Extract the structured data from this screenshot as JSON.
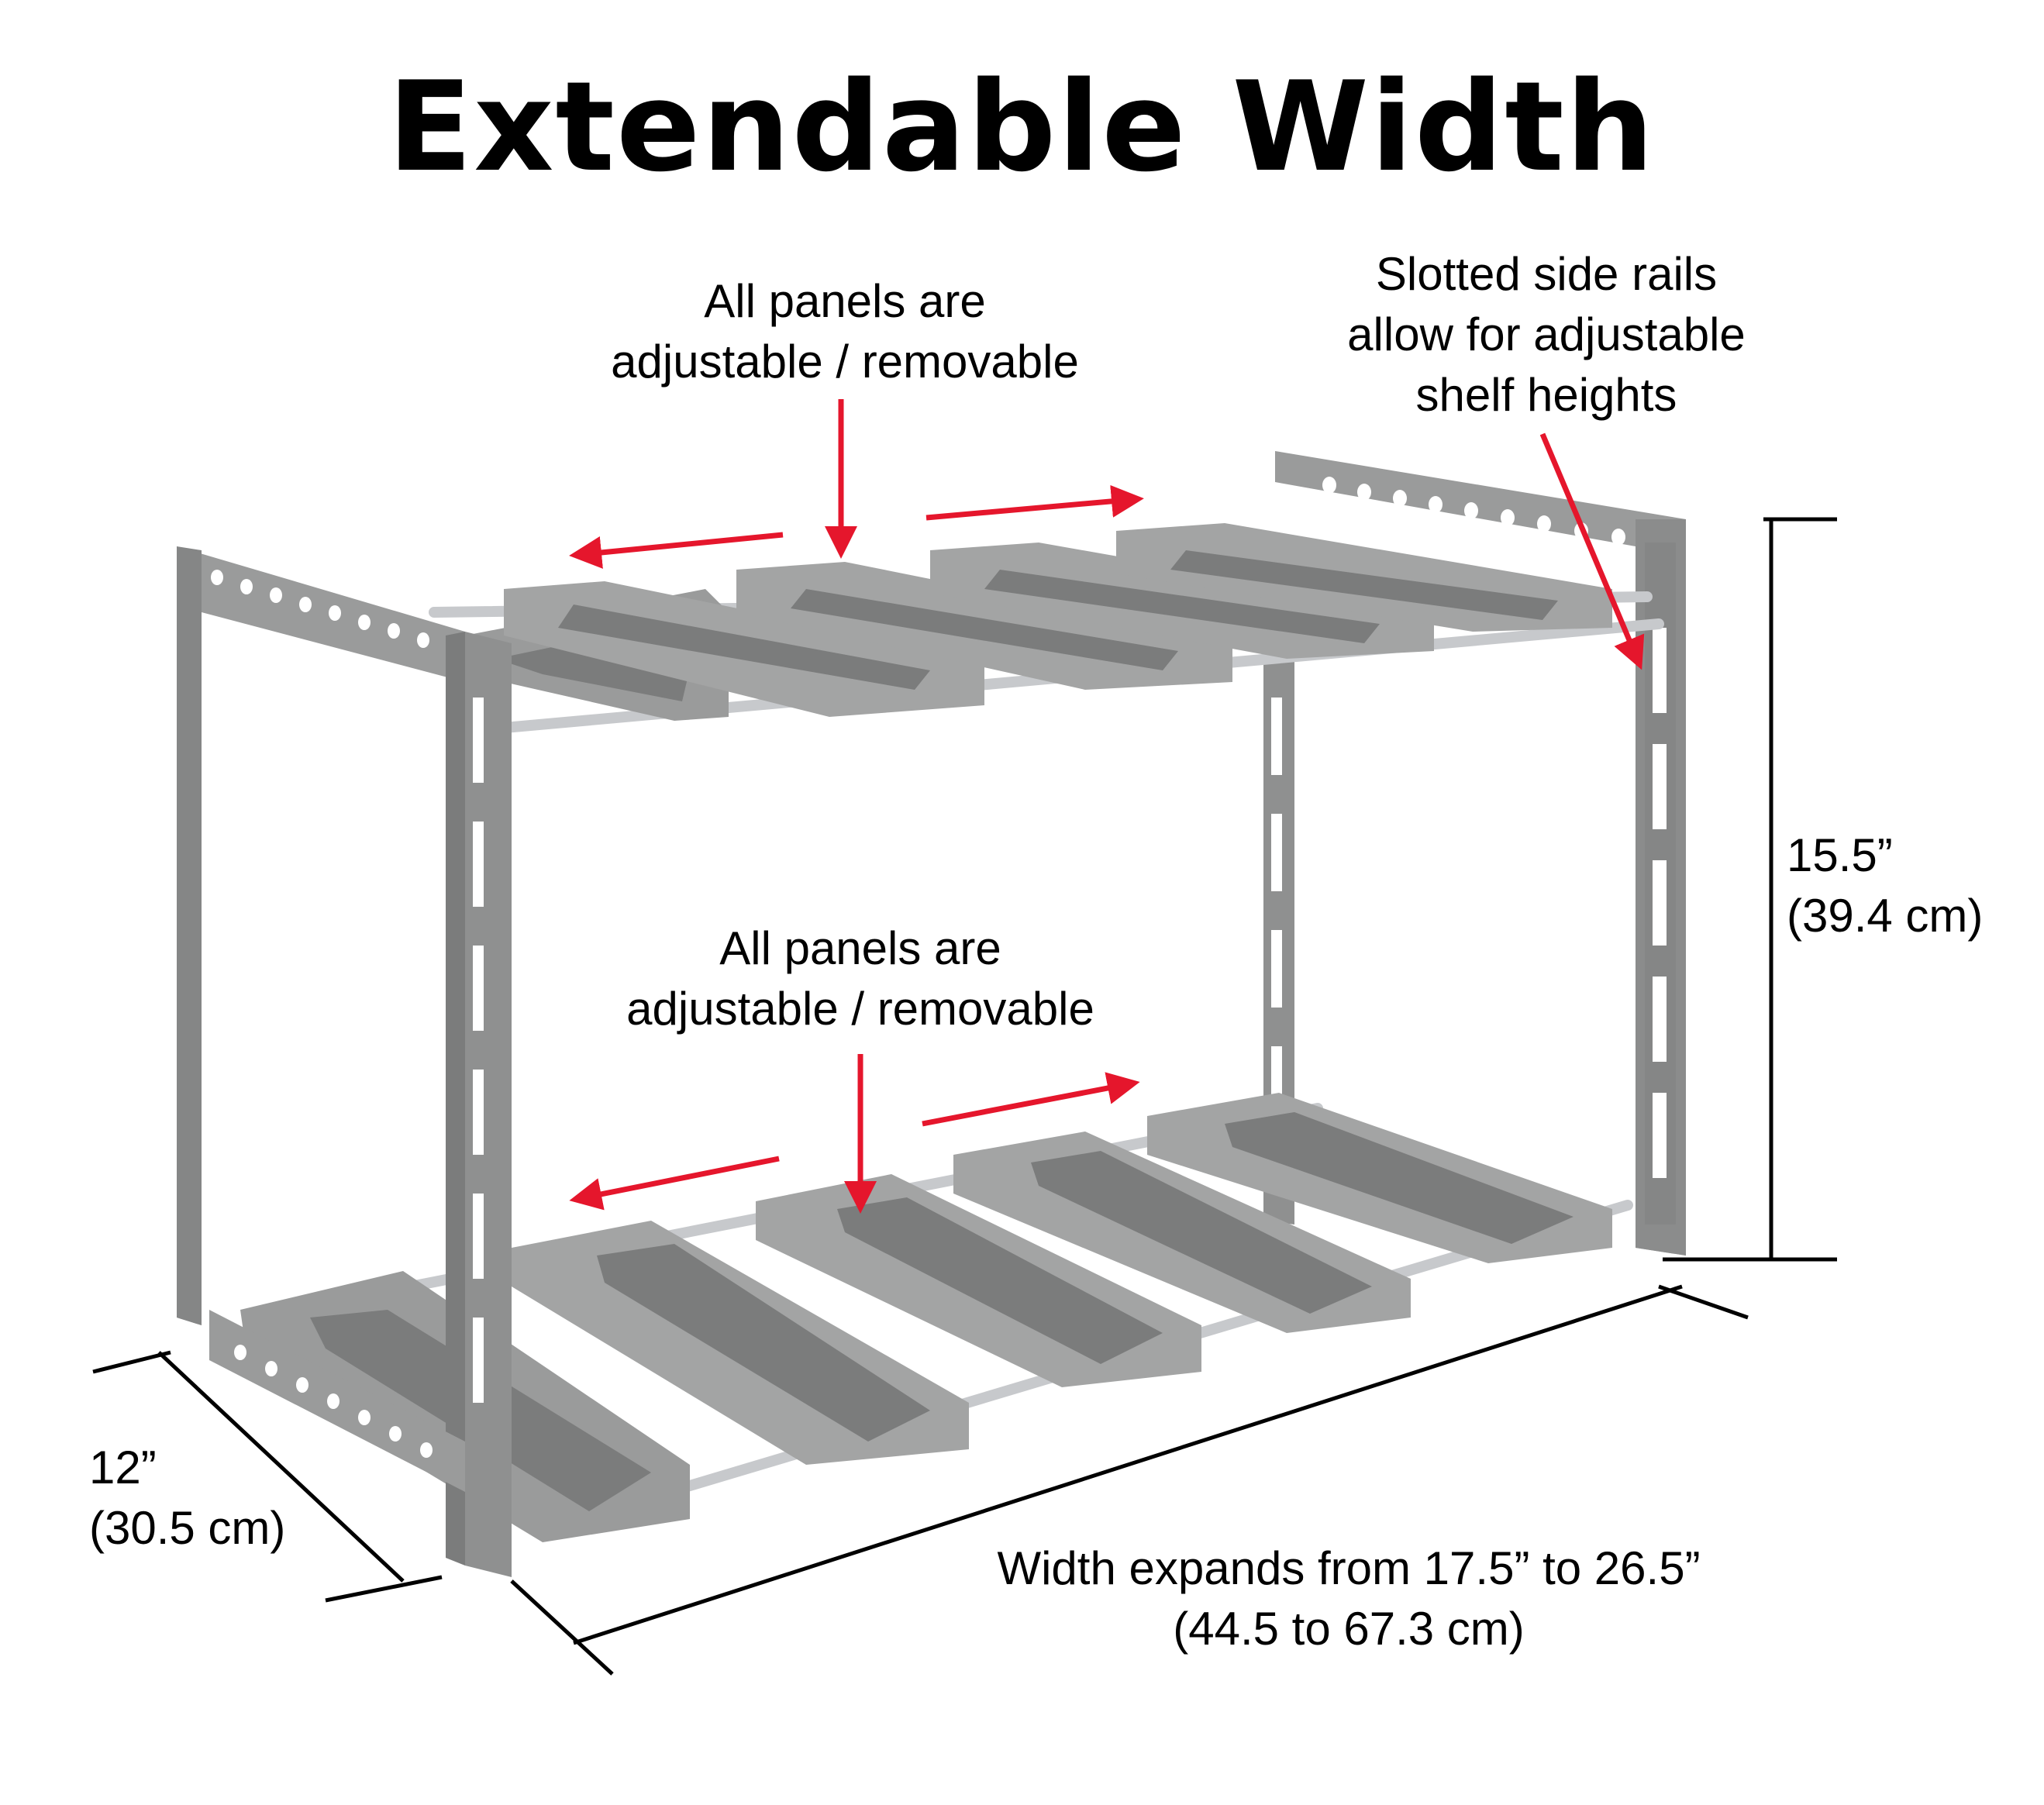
{
  "title": "Extendable Width",
  "annotations": {
    "top_panels": [
      "All panels are",
      "adjustable / removable"
    ],
    "bottom_panels": [
      "All panels are",
      "adjustable / removable"
    ],
    "side_rails": [
      "Slotted side rails",
      "allow for adjustable",
      "shelf heights"
    ],
    "height": [
      "15.5”",
      "(39.4 cm)"
    ],
    "depth": [
      "12”",
      "(30.5 cm)"
    ],
    "width": [
      "Width expands from 17.5” to 26.5”",
      "(44.5 to 67.3 cm)"
    ]
  },
  "colors": {
    "shelf_gray": "#9a9b9b",
    "shelf_dark": "#7b7c7c",
    "rod": "#c7c9cc",
    "arrow_red": "#e5162c",
    "dimension_line": "#000000"
  },
  "icons": {
    "arrow": "red-arrow-icon",
    "dimension": "dimension-line-icon"
  }
}
